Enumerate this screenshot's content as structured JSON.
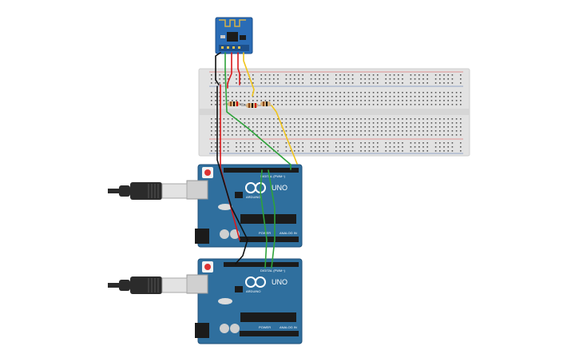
{
  "board_top": {
    "brand": "ARDUINO",
    "model": "UNO",
    "digital_label": "DIGITAL (PWM~)",
    "power_label": "POWER",
    "analog_label": "ANALOG IN"
  },
  "board_bottom": {
    "brand": "ARDUINO",
    "model": "UNO",
    "digital_label": "DIGITAL (PWM~)",
    "power_label": "POWER",
    "analog_label": "ANALOG IN"
  },
  "colors": {
    "board": "#2f6f9e",
    "board_dark": "#1f4f78",
    "breadboard": "#e2e2e2",
    "wire_red": "#d9181a",
    "wire_black": "#111111",
    "wire_green": "#2ea33a",
    "wire_yellow": "#f0c419",
    "esp_module": "#2a6cb6",
    "usb_plug": "#2b2b2b",
    "usb_metal": "#d0d0d0"
  },
  "components": [
    "esp-wifi-module",
    "breadboard",
    "resistor",
    "resistor",
    "arduino-uno",
    "arduino-uno",
    "usb-cable",
    "usb-cable"
  ]
}
